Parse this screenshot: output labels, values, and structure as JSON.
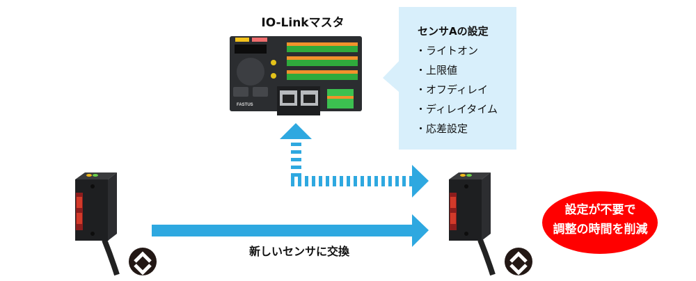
{
  "master": {
    "title": "IO-Linkマスタ",
    "brand_logo": "FASTUS"
  },
  "settings_callout": {
    "title": "センサAの設定",
    "items": [
      "・ライトオン",
      "・上限値",
      "・オフディレイ",
      "・ディレイタイム",
      "・応差設定"
    ]
  },
  "replace_caption": "新しいセンサに交換",
  "benefit_badge": {
    "line1": "設定が不要で",
    "line2": "調整の時間を削減"
  },
  "icons": {
    "old_sensor": "photoelectric-sensor",
    "new_sensor": "photoelectric-sensor",
    "io_link_logo": "io-link-icon",
    "arrow_replace": "solid-arrow-right",
    "arrow_upload": "dotted-arrow-up",
    "arrow_download": "dotted-arrow-right"
  },
  "colors": {
    "arrow": "#2ea8e0",
    "callout_bg": "#d8effb",
    "badge": "#ff0000"
  }
}
